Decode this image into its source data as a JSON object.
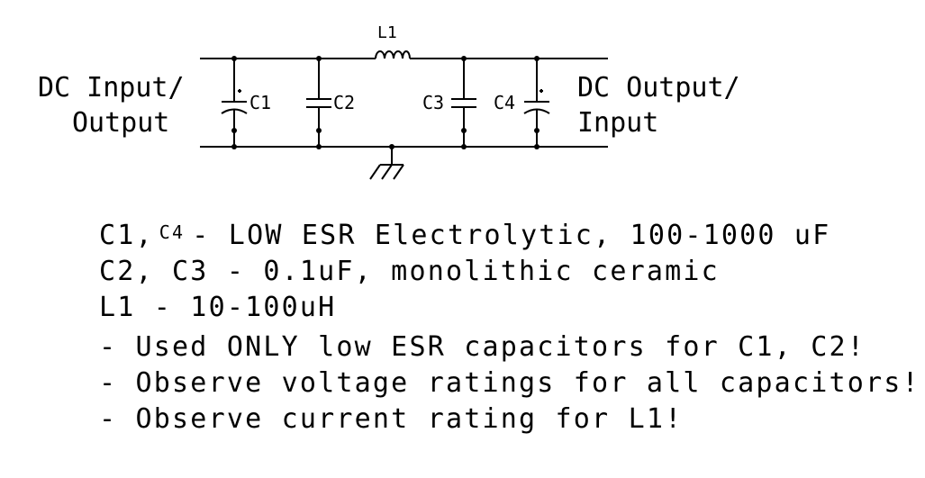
{
  "labels": {
    "input_line1": "DC Input/",
    "input_line2": "Output",
    "output_line1": "DC Output/",
    "output_line2": "Input",
    "L1": "L1",
    "C1": "C1",
    "C2": "C2",
    "C3": "C3",
    "C4": "C4"
  },
  "notes": {
    "line1_a": "C1,",
    "line1_small": "C4",
    "line1_b": "- LOW ESR Electrolytic, 100-1000 uF",
    "line2": "C2, C3 - 0.1uF, monolithic ceramic",
    "line3": "L1 - 10-100uH",
    "warnings": [
      "- Used ONLY low ESR capacitors for C1, C2!",
      "- Observe voltage ratings for all capacitors!",
      "- Observe current rating for L1!"
    ]
  },
  "colors": {
    "ink": "#000000",
    "background": "#ffffff"
  }
}
